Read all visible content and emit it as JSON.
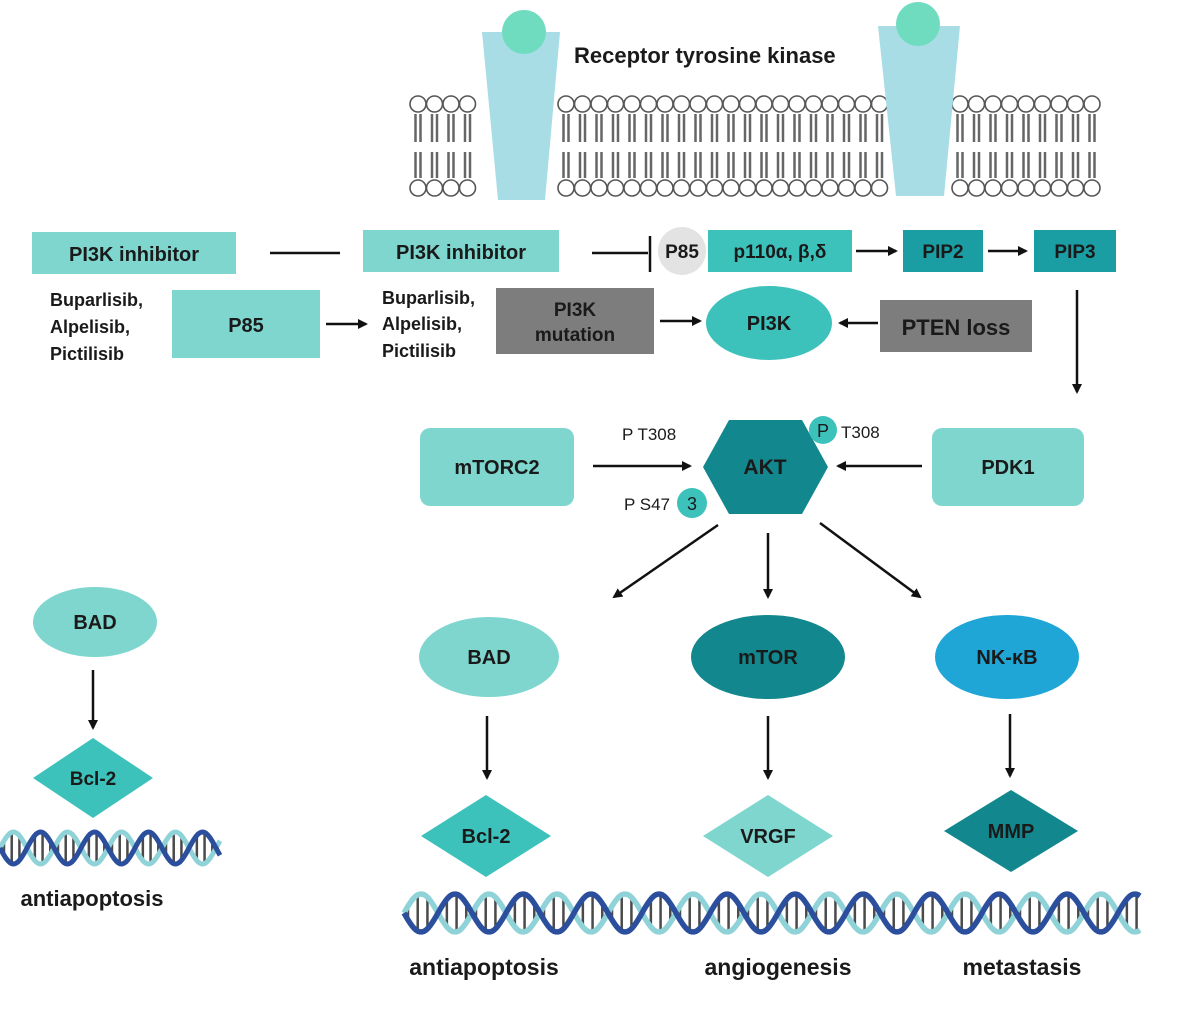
{
  "membrane": {
    "receptor_label": "Receptor tyrosine kinase"
  },
  "left_panel": {
    "inhibitor_label": "PI3K inhibitor",
    "drugs": [
      "Buparlisib,",
      "Alpelisib,",
      "Pictilisib"
    ],
    "p85_label": "P85",
    "bad_label": "BAD",
    "bcl2_label": "Bcl-2",
    "outcome_label": "antiapoptosis"
  },
  "upstream": {
    "inhibitor_label": "PI3K inhibitor",
    "drugs": [
      "Buparlisib,",
      "Alpelisib,",
      "Pictilisib"
    ],
    "p85_circle": "P85",
    "p110_label": "p110α, β,δ",
    "pip2_label": "PIP2",
    "pip3_label": "PIP3",
    "mutation_label": [
      "PI3K",
      "mutation"
    ],
    "pi3k_label": "PI3K",
    "pten_label": "PTEN loss"
  },
  "akt_module": {
    "mtorc2_label": "mTORC2",
    "akt_label": "AKT",
    "pdk1_label": "PDK1",
    "t308_left": "P T308",
    "t308_right_p": "P",
    "t308_right": "T308",
    "s473_text": "P S47",
    "s473_circle": "3"
  },
  "branches": [
    {
      "node": "BAD",
      "product": "Bcl-2",
      "outcome": "antiapoptosis"
    },
    {
      "node": "mTOR",
      "product": "VRGF",
      "outcome": "angiogenesis"
    },
    {
      "node": "NK-κB",
      "product": "MMP",
      "outcome": "metastasis"
    }
  ],
  "colors": {
    "teal_light": "#7ed6cf",
    "teal_mid": "#3cc1bb",
    "teal_dark": "#1a9ea3",
    "teal_deep": "#12888e",
    "blue": "#1fa5d6",
    "gray_box": "#7d7d7d",
    "receptor": "#a9dde6",
    "ligand": "#6fdcc0",
    "dna_blue": "#2b4f9c",
    "dna_teal": "#8fd3d8"
  }
}
